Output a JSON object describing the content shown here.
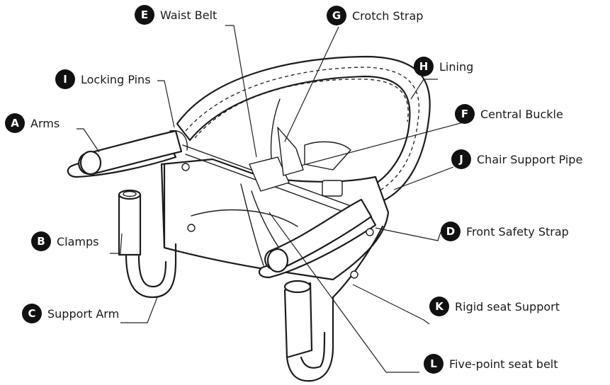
{
  "callouts": [
    {
      "letter": "E",
      "label": "Waist Belt"
    },
    {
      "letter": "G",
      "label": "Crotch Strap"
    },
    {
      "letter": "H",
      "label": "Lining"
    },
    {
      "letter": "I",
      "label": "Locking Pins"
    },
    {
      "letter": "F",
      "label": "Central Buckle"
    },
    {
      "letter": "A",
      "label": "Arms"
    },
    {
      "letter": "J",
      "label": "Chair Support Pipe"
    },
    {
      "letter": "D",
      "label": "Front Safety Strap"
    },
    {
      "letter": "B",
      "label": "Clamps"
    },
    {
      "letter": "K",
      "label": "Rigid seat Support"
    },
    {
      "letter": "C",
      "label": "Support Arm"
    },
    {
      "letter": "L",
      "label": "Five-point seat  belt"
    }
  ]
}
